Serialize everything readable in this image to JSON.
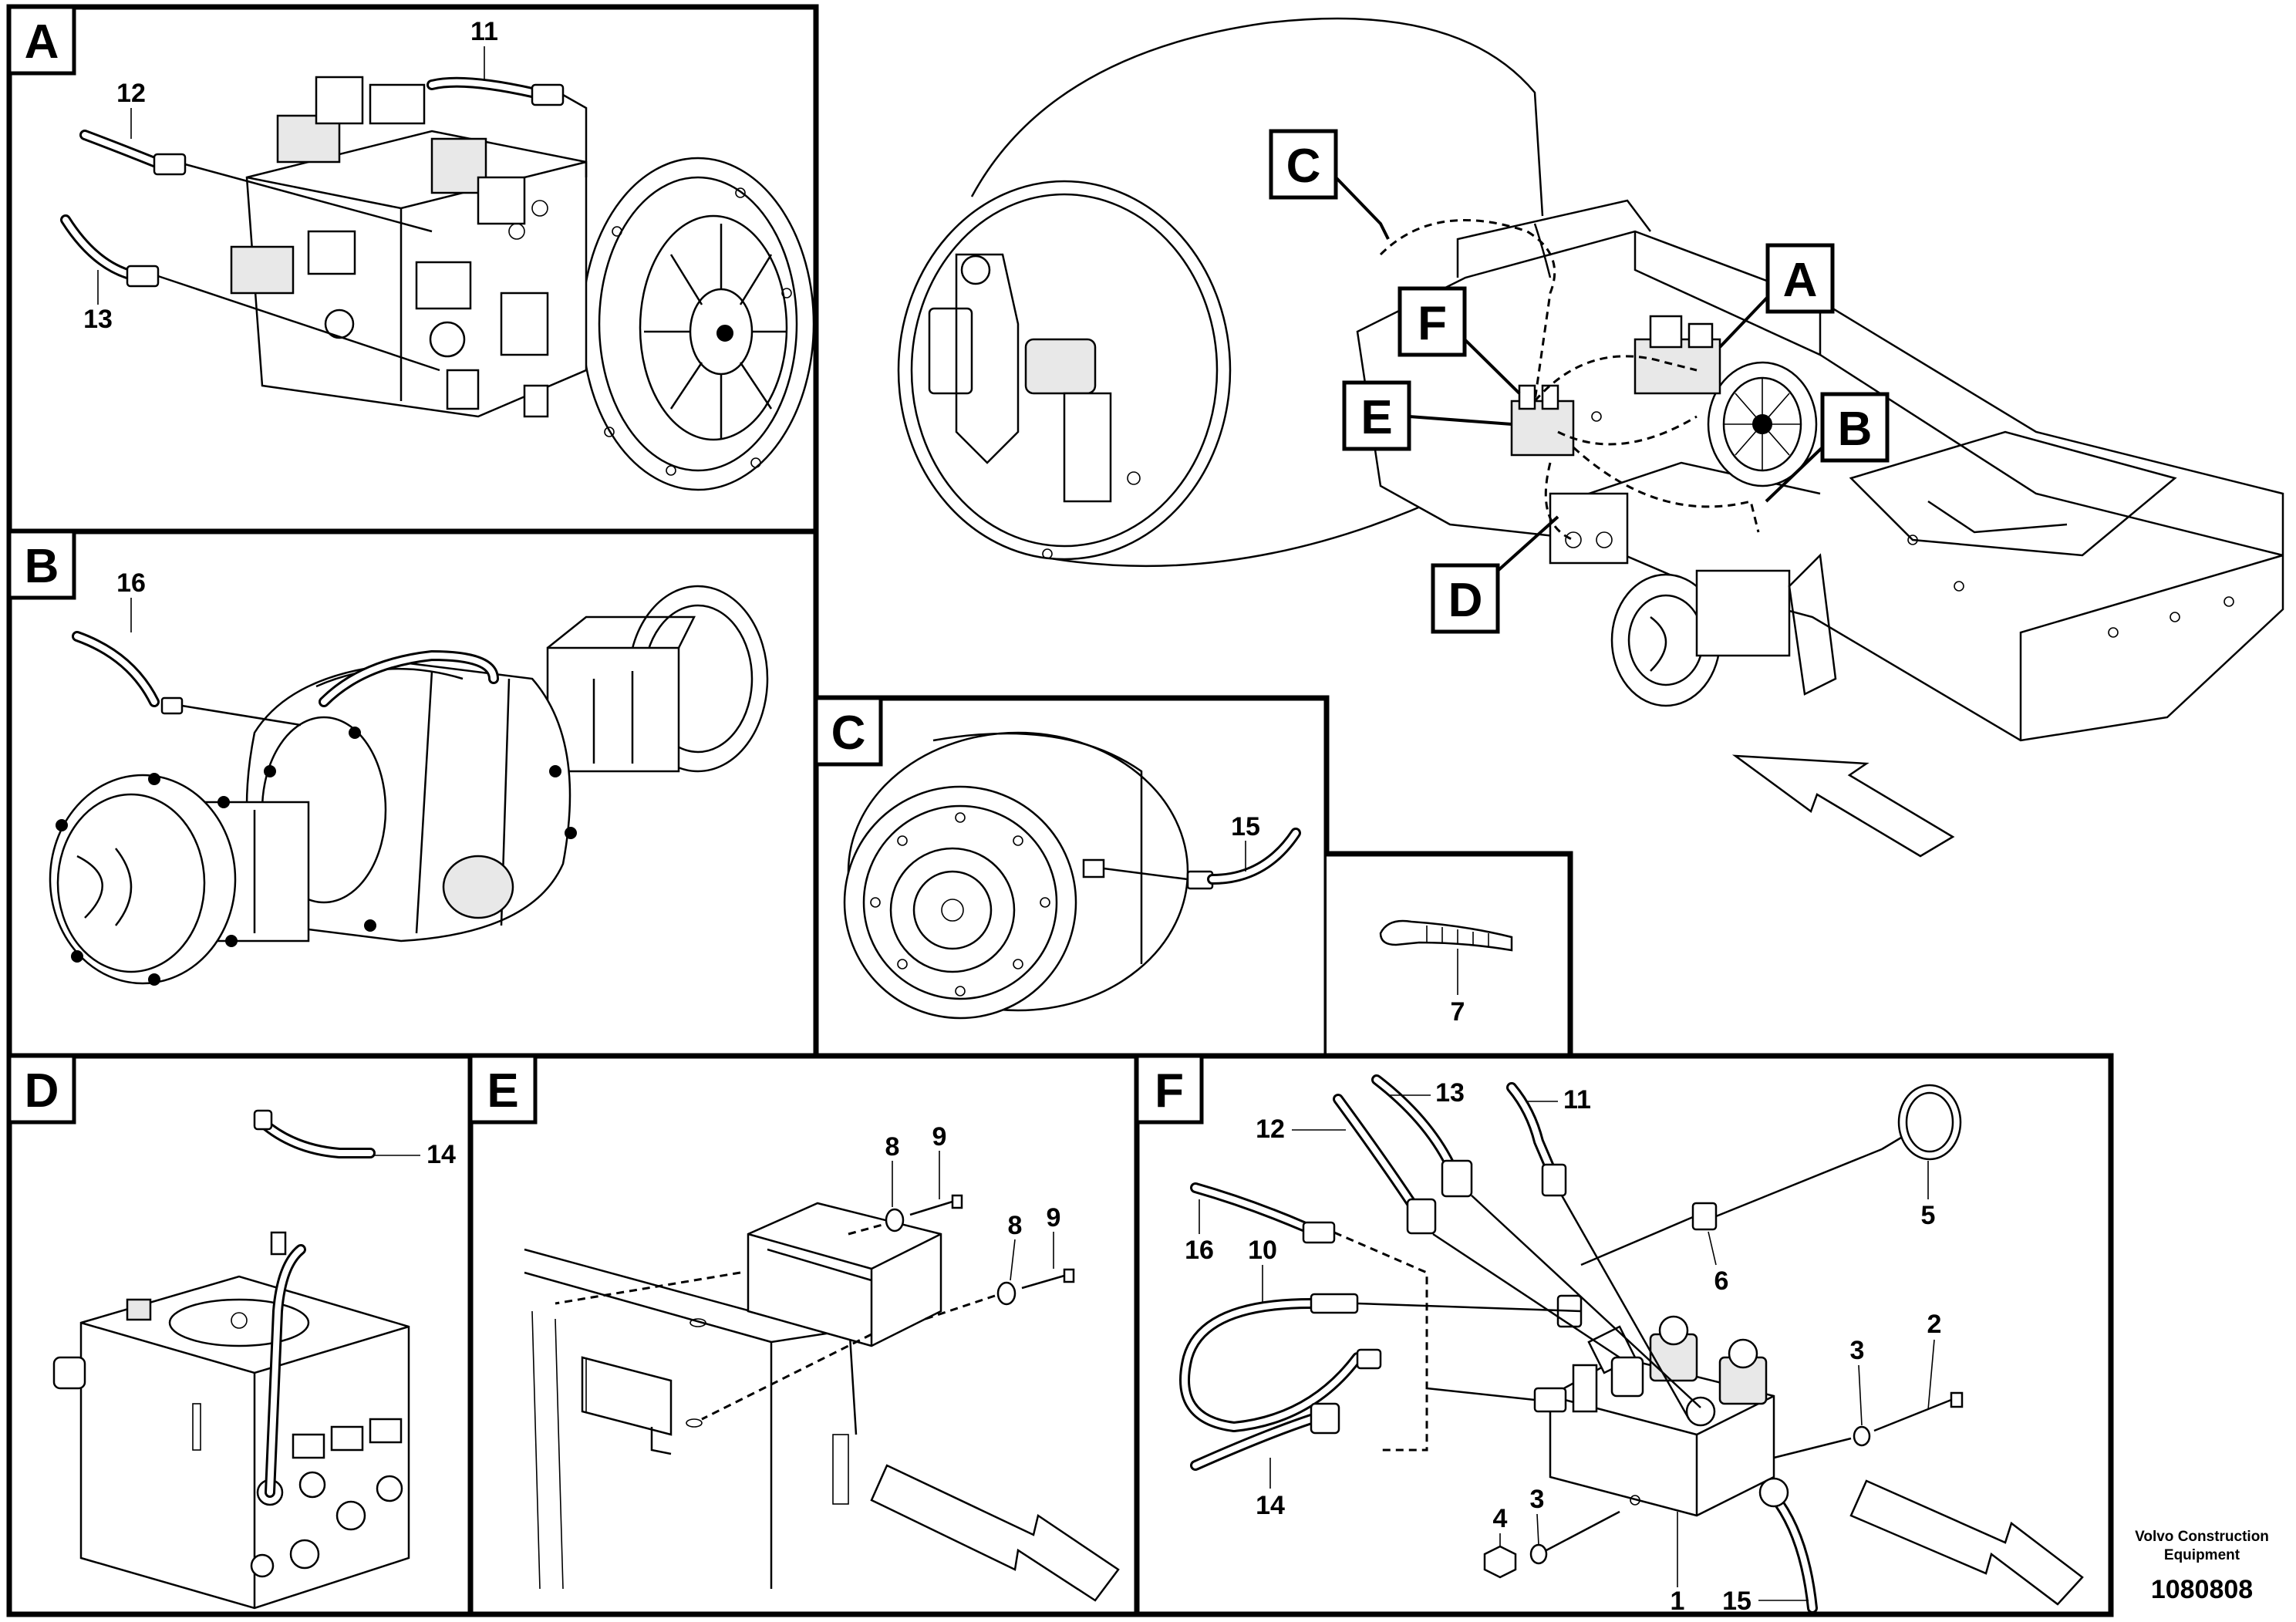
{
  "panels": [
    {
      "id": "A",
      "label": "A"
    },
    {
      "id": "B",
      "label": "B"
    },
    {
      "id": "C",
      "label": "C"
    },
    {
      "id": "D",
      "label": "D"
    },
    {
      "id": "E",
      "label": "E"
    },
    {
      "id": "F",
      "label": "F"
    }
  ],
  "overview_tags": [
    "C",
    "A",
    "F",
    "E",
    "B",
    "D"
  ],
  "callouts": {
    "a11": "11",
    "a12": "12",
    "a13": "13",
    "b16": "16",
    "c15": "15",
    "c7": "7",
    "d14": "14",
    "e8a": "8",
    "e9a": "9",
    "e8b": "8",
    "e9b": "9",
    "f13": "13",
    "f11": "11",
    "f12": "12",
    "f16": "16",
    "f10": "10",
    "f5": "5",
    "f6": "6",
    "f3a": "3",
    "f2": "2",
    "f14": "14",
    "f4": "4",
    "f3b": "3",
    "f1": "1",
    "f15": "15"
  },
  "footer": {
    "brand_line1": "Volvo Construction",
    "brand_line2": "Equipment",
    "doc_number": "1080808"
  }
}
